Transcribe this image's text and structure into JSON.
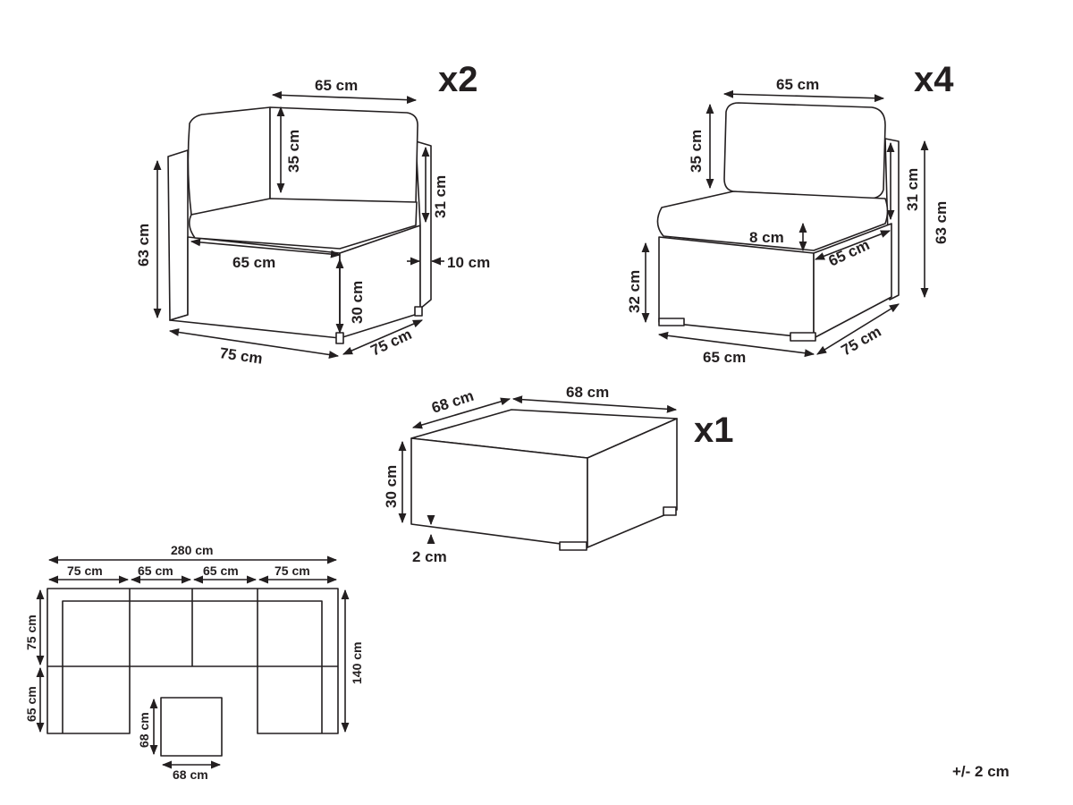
{
  "corner_chair": {
    "quantity": "x2",
    "width_top": "65 cm",
    "back_height": "35 cm",
    "side_back_height": "31 cm",
    "total_height": "63 cm",
    "seat_width": "65 cm",
    "arm_width": "10 cm",
    "seat_height": "30 cm",
    "base_width": "75 cm",
    "base_depth": "75 cm"
  },
  "armless_chair": {
    "quantity": "x4",
    "width_top": "65 cm",
    "back_height": "35 cm",
    "side_height": "31 cm",
    "total_height": "63 cm",
    "cushion_thickness": "8 cm",
    "seat_depth": "65 cm",
    "base_height": "32 cm",
    "base_width": "65 cm",
    "base_depth": "75 cm"
  },
  "table": {
    "quantity": "x1",
    "depth": "68 cm",
    "width": "68 cm",
    "height": "30 cm",
    "foot_height": "2 cm"
  },
  "layout_plan": {
    "total_width": "280 cm",
    "segments": [
      "75 cm",
      "65 cm",
      "65 cm",
      "75 cm"
    ],
    "left_upper": "75 cm",
    "left_lower": "65 cm",
    "total_depth": "140 cm",
    "ottoman_depth": "68 cm",
    "ottoman_width": "68 cm"
  },
  "tolerance": "+/- 2 cm"
}
